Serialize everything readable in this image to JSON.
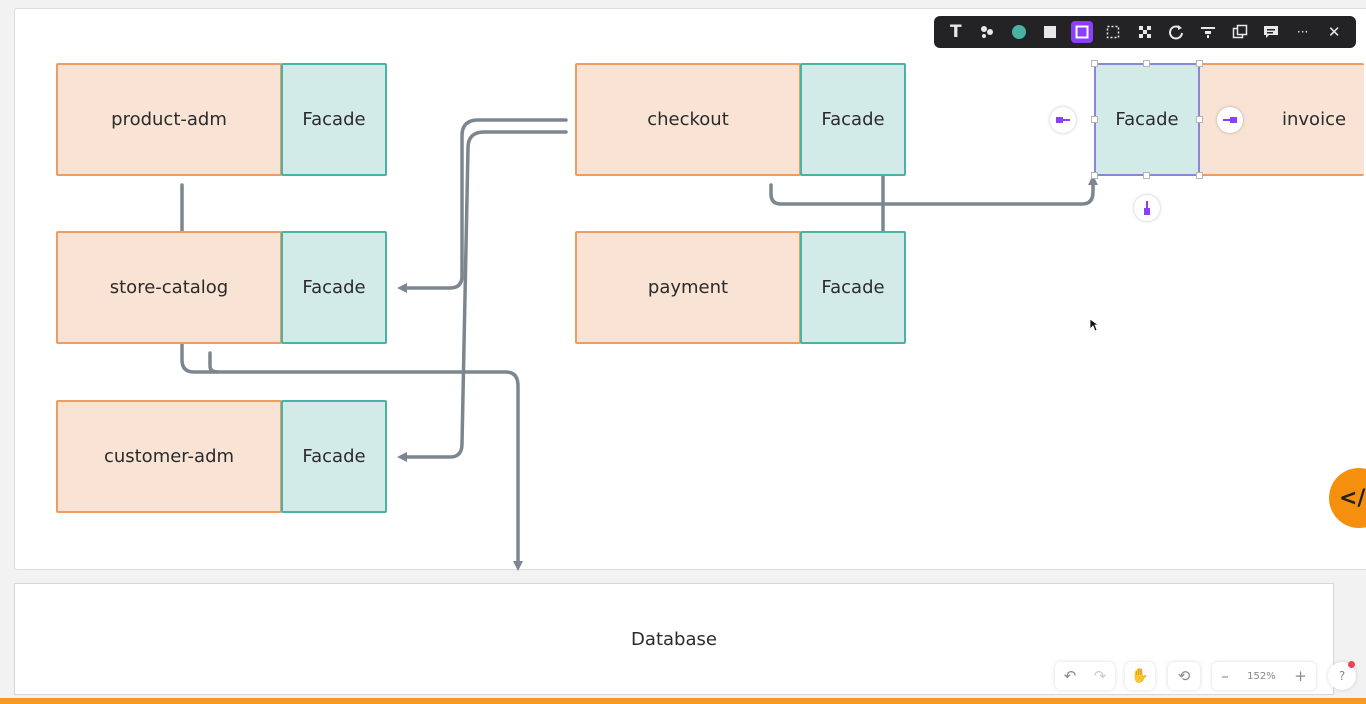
{
  "diagram": {
    "modules": [
      {
        "id": "product-adm",
        "label": "product-adm",
        "facade": "Facade"
      },
      {
        "id": "store-catalog",
        "label": "store-catalog",
        "facade": "Facade"
      },
      {
        "id": "customer-adm",
        "label": "customer-adm",
        "facade": "Facade"
      },
      {
        "id": "checkout",
        "label": "checkout",
        "facade": "Facade"
      },
      {
        "id": "payment",
        "label": "payment",
        "facade": "Facade"
      },
      {
        "id": "invoice",
        "label": "invoice",
        "facade": "Facade"
      }
    ],
    "database": "Database",
    "edges": [
      {
        "from": "checkout",
        "to": "store-catalog-facade"
      },
      {
        "from": "checkout",
        "to": "customer-adm-facade"
      },
      {
        "from": "checkout",
        "to": "payment-facade"
      },
      {
        "from": "checkout",
        "to": "invoice-facade"
      },
      {
        "from": "product-adm",
        "to": "database"
      },
      {
        "from": "store-catalog",
        "to": "database"
      }
    ]
  },
  "toolbar": {
    "text_tool": "T",
    "more": "···",
    "close": "✕"
  },
  "zoom": {
    "undo": "↶",
    "redo": "↷",
    "hand": "✋",
    "history": "⟲",
    "zoom_out": "–",
    "level": "152%",
    "zoom_in": "+",
    "help": "?"
  },
  "side_tab": {
    "label": "</"
  },
  "colors": {
    "module_fill": "#f8e3d4",
    "module_border": "#ef9d5f",
    "facade_fill": "#d3ebe8",
    "facade_border": "#48b3a5",
    "arrow": "#7b8690",
    "selection": "#8a86d8",
    "accent": "#8a3ffc"
  }
}
